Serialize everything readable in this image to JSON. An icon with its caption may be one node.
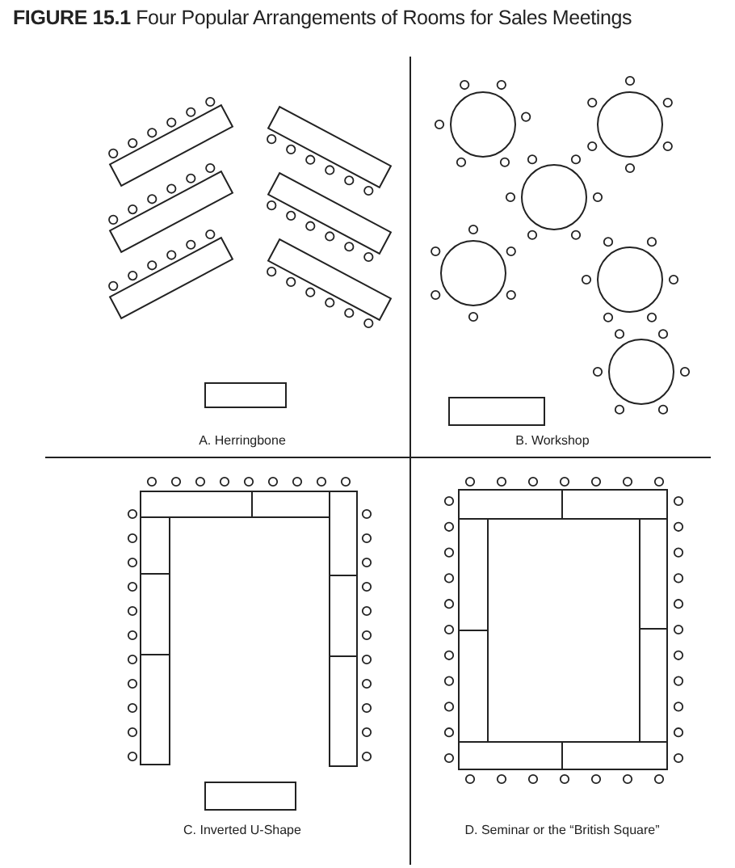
{
  "diagram": {
    "title": "**FIGURE 15.1**   Four Popular Arrangements of Rooms for Sales Meetings",
    "labels": [
      "A. Herringbone",
      "B. Workshop",
      "C. Inverted U-Shape",
      "D. Seminar or the “British Square”"
    ]
  }
}
